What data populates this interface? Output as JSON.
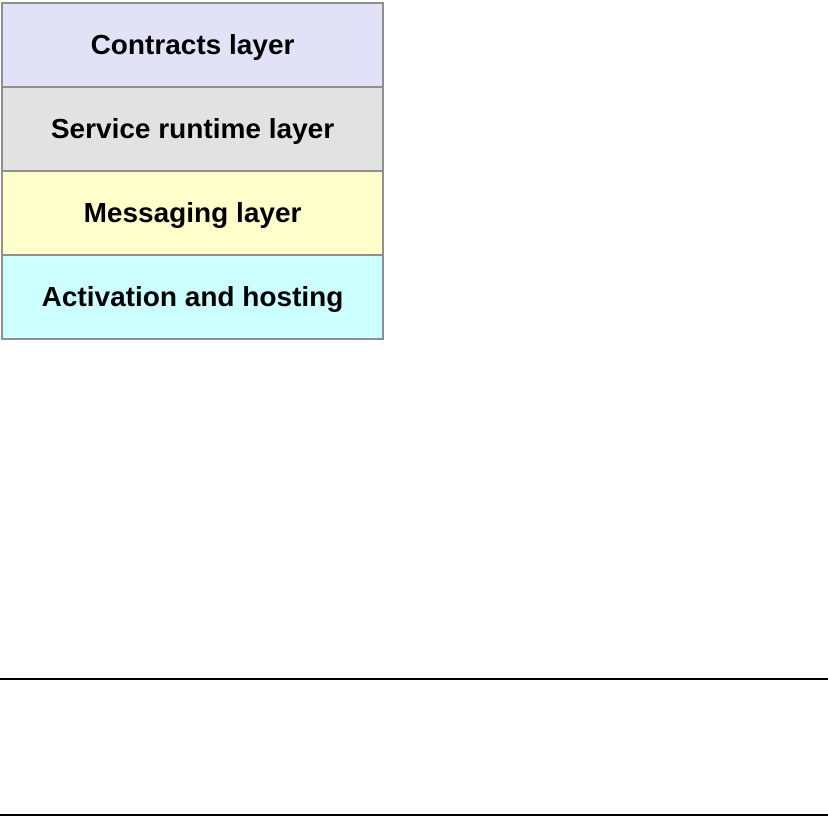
{
  "page": {
    "background": "#ffffff",
    "rule_color": "#000000"
  },
  "diagram": {
    "title": "layered-architecture-stack",
    "border_color": "#8f8f8f",
    "text_color": "#000000",
    "layers": [
      {
        "label": "Contracts layer",
        "color": "#e2e2f6"
      },
      {
        "label": "Service runtime layer",
        "color": "#e2e2e2"
      },
      {
        "label": "Messaging layer",
        "color": "#ffffcc"
      },
      {
        "label": "Activation and hosting",
        "color": "#ccffff"
      }
    ]
  }
}
